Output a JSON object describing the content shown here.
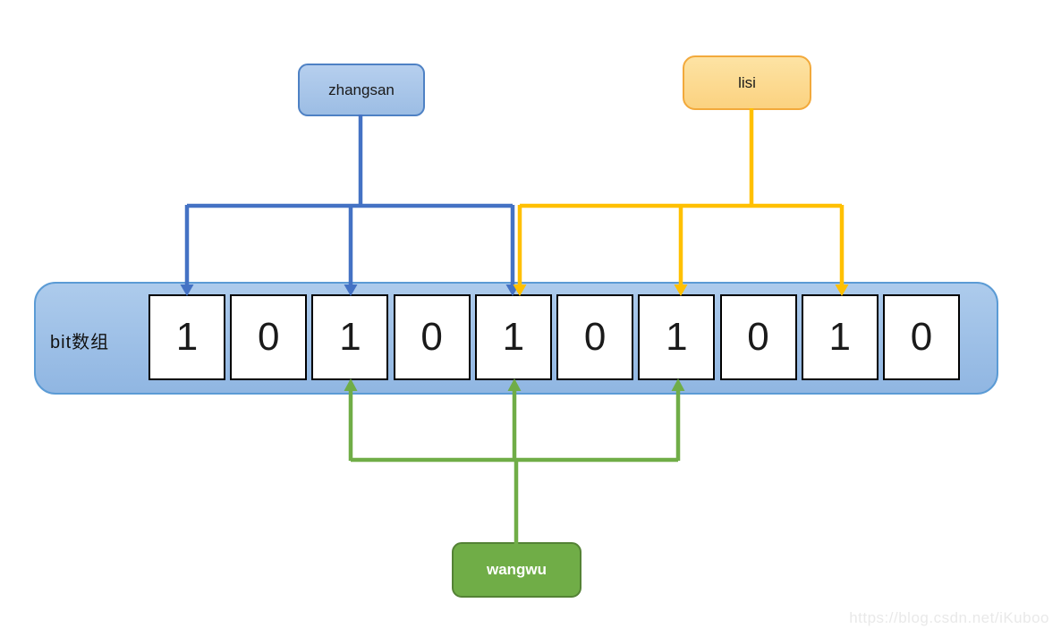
{
  "diagram": {
    "title_hint": "bloom-filter-bit-array",
    "nodes": {
      "zhangsan": {
        "label": "zhangsan"
      },
      "lisi": {
        "label": "lisi"
      },
      "wangwu": {
        "label": "wangwu"
      }
    },
    "bit_array": {
      "label": "bit数组",
      "values": [
        "1",
        "0",
        "1",
        "0",
        "1",
        "0",
        "1",
        "0",
        "1",
        "0"
      ]
    },
    "mappings": {
      "zhangsan_bits": [
        0,
        2,
        4
      ],
      "lisi_bits": [
        4,
        6,
        8
      ],
      "wangwu_bits": [
        2,
        4,
        6
      ]
    },
    "colors": {
      "blue_arrow": "#4472C4",
      "orange_arrow": "#FFC000",
      "green_arrow": "#70AD47",
      "zhangsan_fill": "#A9C6E8",
      "zhangsan_border": "#4E81C4",
      "lisi_fill": "#FCDB92",
      "lisi_border": "#F2A93B",
      "wangwu_fill": "#70AD47",
      "wangwu_border": "#548235",
      "container_fill": "#9FC0E7",
      "container_border": "#5B9BD5"
    }
  },
  "watermark": "https://blog.csdn.net/iKuboo"
}
